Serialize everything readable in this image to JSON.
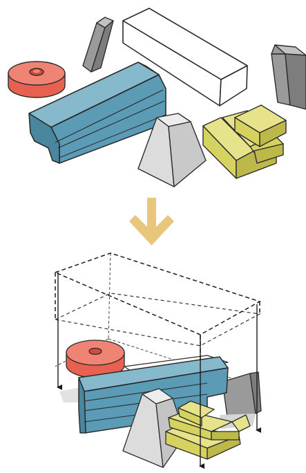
{
  "diagram": {
    "summary_arrow": {
      "direction": "down",
      "color": "#e8c77c"
    },
    "palette": {
      "red": "#e8604f",
      "red_top": "#ef8374",
      "blue": "#5b9bb5",
      "blue_top": "#86b9cc",
      "blue_dark": "#4a869e",
      "yellow": "#d6d260",
      "yellow_top": "#e6e38a",
      "yellow_dark": "#bdb84a",
      "grey": "#9a9a9a",
      "grey_top": "#c2c2c2",
      "grey_dark": "#7d7d7d",
      "light": "#dcdcdc",
      "light_top": "#ededed",
      "white": "#ffffff",
      "stroke": "#2b2b2b"
    },
    "top_group": {
      "blocks": [
        "red-cylinder",
        "grey-slab",
        "white-beam",
        "grey-cube",
        "blue-extrusion",
        "light-frustum",
        "yellow-stack"
      ]
    },
    "bottom_group": {
      "bounding_box": {
        "style": "dashed",
        "arrows": 3
      },
      "blocks": [
        "red-cylinder",
        "grey-cube",
        "white-beam",
        "blue-extrusion",
        "light-frustum",
        "yellow-stack"
      ]
    }
  }
}
